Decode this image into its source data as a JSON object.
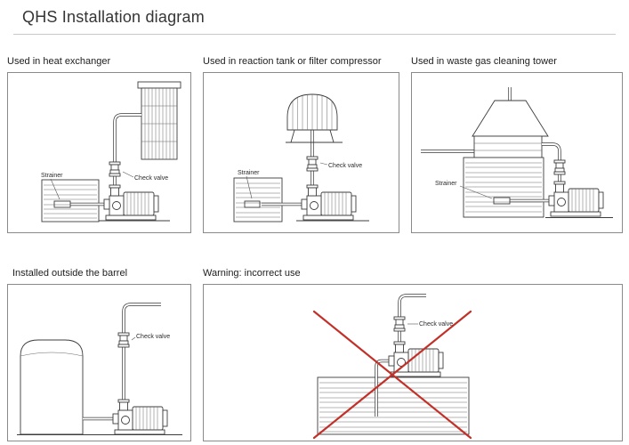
{
  "page": {
    "title": "QHS Installation diagram"
  },
  "panels": [
    {
      "id": "heat-exchanger",
      "title": "Used in heat exchanger",
      "labels": {
        "strainer": "Strainer",
        "check_valve": "Check valve"
      }
    },
    {
      "id": "reaction-tank",
      "title": "Used in reaction tank or filter compressor",
      "labels": {
        "strainer": "Strainer",
        "check_valve": "Check valve"
      }
    },
    {
      "id": "waste-gas-tower",
      "title": "Used in waste gas cleaning tower",
      "labels": {
        "strainer": "Strainer"
      }
    },
    {
      "id": "outside-barrel",
      "title": "Installed outside the barrel",
      "labels": {
        "check_valve": "Check valve"
      }
    },
    {
      "id": "incorrect-use",
      "title": "Warning: incorrect use",
      "labels": {
        "check_valve": "Check valve"
      }
    }
  ],
  "colors": {
    "strainer": "#f0df3a",
    "warning": "#c23028",
    "line": "#3a3a3a"
  }
}
